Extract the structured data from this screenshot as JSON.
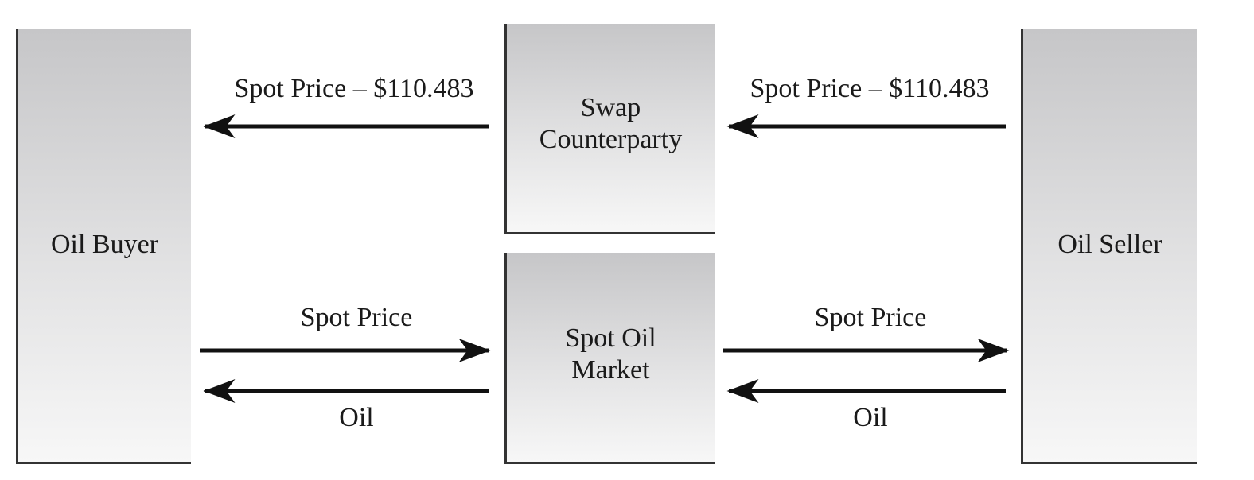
{
  "nodes": {
    "buyer": {
      "label": "Oil Buyer"
    },
    "swap": {
      "label": "Swap\nCounterparty"
    },
    "market": {
      "label": "Spot Oil\nMarket"
    },
    "seller": {
      "label": "Oil Seller"
    }
  },
  "flows": {
    "swap_to_buyer": {
      "label": "Spot Price – $110.483"
    },
    "seller_to_swap": {
      "label": "Spot Price – $110.483"
    },
    "buyer_to_market_price": {
      "label": "Spot Price"
    },
    "market_to_buyer_oil": {
      "label": "Oil"
    },
    "market_to_seller_price": {
      "label": "Spot Price"
    },
    "seller_to_market_oil": {
      "label": "Oil"
    }
  },
  "colors": {
    "arrow": "#111111",
    "box_top": "#c6c6c8",
    "box_bottom": "#f7f7f7",
    "edge": "#333333"
  }
}
